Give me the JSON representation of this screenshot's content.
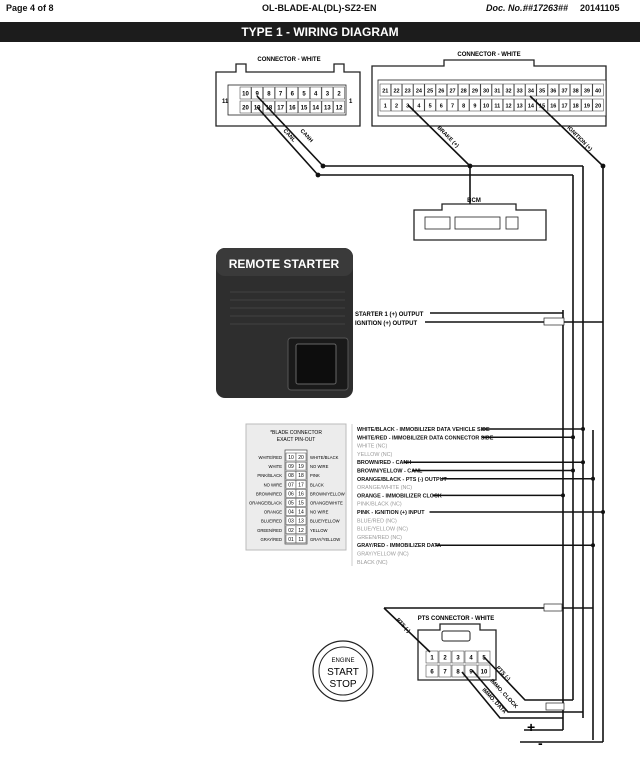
{
  "header": {
    "page": "Page 4 of 8",
    "doc_id": "OL-BLADE-AL(DL)-SZ2-EN",
    "doc_no_label": "Doc. No.:",
    "doc_no": "##17263##",
    "date": "20141105"
  },
  "banner": {
    "title": "TYPE 1 - WIRING DIAGRAM"
  },
  "connector_left": {
    "title": "CONNECTOR - WHITE",
    "row1": [
      "10",
      "9",
      "8",
      "7",
      "6",
      "5",
      "4",
      "3",
      "2"
    ],
    "row2": [
      "20",
      "19",
      "18",
      "17",
      "16",
      "15",
      "14",
      "13",
      "12"
    ],
    "side_left": "11",
    "side_right": "1",
    "wire_labels": [
      "CANH",
      "CANL"
    ]
  },
  "connector_right": {
    "title": "CONNECTOR - WHITE",
    "row1": [
      "21",
      "22",
      "23",
      "24",
      "25",
      "26",
      "27",
      "28",
      "29",
      "30",
      "31",
      "32",
      "33",
      "34",
      "35",
      "36",
      "37",
      "38",
      "39",
      "40"
    ],
    "row2": [
      "1",
      "2",
      "3",
      "4",
      "5",
      "6",
      "7",
      "8",
      "9",
      "10",
      "11",
      "12",
      "13",
      "14",
      "15",
      "16",
      "17",
      "18",
      "19",
      "20"
    ],
    "wire_labels": [
      "BRAKE (+)",
      "IGNITION (+)"
    ]
  },
  "bcm": {
    "label": "BCM"
  },
  "remote_starter": {
    "label": "REMOTE STARTER"
  },
  "outputs": [
    "STARTER 1 (+) OUTPUT",
    "IGNITION (+) OUTPUT"
  ],
  "blade_connector": {
    "title_line1": "*BLADE CONNECTOR",
    "title_line2": "EXACT PIN-OUT",
    "rows": [
      {
        "left": "WHITE/RED",
        "a": "10",
        "b": "20",
        "right": "WHITE/BLACK"
      },
      {
        "left": "WHITE",
        "a": "09",
        "b": "19",
        "right": "NO WIRE"
      },
      {
        "left": "PINK/BLACK",
        "a": "08",
        "b": "18",
        "right": "PINK"
      },
      {
        "left": "NO WIRE",
        "a": "07",
        "b": "17",
        "right": "BLACK"
      },
      {
        "left": "BROWN/RED",
        "a": "06",
        "b": "16",
        "right": "BROWN/YELLOW"
      },
      {
        "left": "ORANGE/BLACK",
        "a": "05",
        "b": "15",
        "right": "ORANGE/WHITE"
      },
      {
        "left": "ORANGE",
        "a": "04",
        "b": "14",
        "right": "NO WIRE"
      },
      {
        "left": "BLUE/RED",
        "a": "03",
        "b": "13",
        "right": "BLUE/YELLOW"
      },
      {
        "left": "GREEN/RED",
        "a": "02",
        "b": "12",
        "right": "YELLOW"
      },
      {
        "left": "GRAY/RED",
        "a": "01",
        "b": "11",
        "right": "GRAY/YELLOW"
      }
    ]
  },
  "wire_list": [
    {
      "text": "WHITE/BLACK - IMMOBILIZER DATA VEHICLE SIDE",
      "active": true
    },
    {
      "text": "WHITE/RED - IMMOBILIZER DATA CONNECTOR SIDE",
      "active": true
    },
    {
      "text": "WHITE (NC)",
      "active": false
    },
    {
      "text": "YELLOW (NC)",
      "active": false
    },
    {
      "text": "BROWN/RED - CANH",
      "active": true
    },
    {
      "text": "BROWN/YELLOW - CANL",
      "active": true
    },
    {
      "text": "ORANGE/BLACK - PTS (-) OUTPUT",
      "active": true
    },
    {
      "text": "ORANGE/WHITE (NC)",
      "active": false
    },
    {
      "text": "ORANGE - IMMOBILIZER CLOCK",
      "active": true
    },
    {
      "text": "PINK/BLACK (NC)",
      "active": false
    },
    {
      "text": "PINK - IGNITION (+) INPUT",
      "active": true
    },
    {
      "text": "BLUE/RED (NC)",
      "active": false
    },
    {
      "text": "BLUE/YELLOW (NC)",
      "active": false
    },
    {
      "text": "GREEN/RED (NC)",
      "active": false
    },
    {
      "text": "GRAY/RED - IMMOBILIZER DATA",
      "active": true
    },
    {
      "text": "GRAY/YELLOW (NC)",
      "active": false
    },
    {
      "text": "BLACK (NC)",
      "active": false
    }
  ],
  "pts_connector": {
    "title": "PTS CONNECTOR - WHITE",
    "row1": [
      "1",
      "2",
      "3",
      "4",
      "5"
    ],
    "row2": [
      "6",
      "7",
      "8",
      "9",
      "10"
    ],
    "wire_labels": [
      "PTS (-)",
      "PTS (-)",
      "IMMO. CLOCK",
      "IMMO. DATA"
    ]
  },
  "start_button": {
    "line1": "ENGINE",
    "line2": "START",
    "line3": "STOP"
  },
  "power": {
    "plus": "+",
    "minus": "-"
  },
  "colors": {
    "banner_bg": "#1c1c1c",
    "module_bg": "#2e2e2e",
    "wire": "#111111",
    "muted_text": "#9a9a9a"
  }
}
